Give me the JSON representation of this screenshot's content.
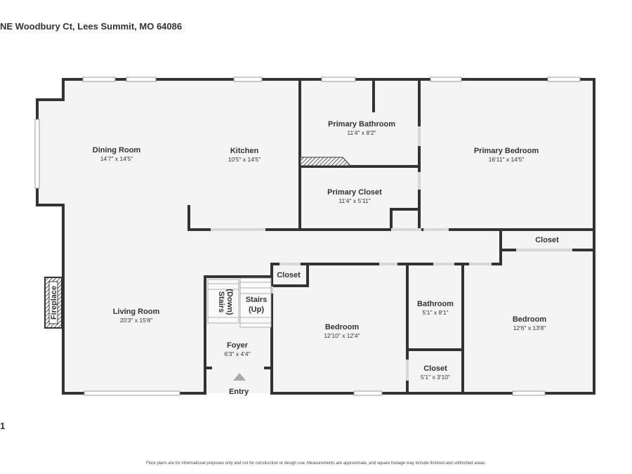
{
  "address": "NE Woodbury Ct, Lees Summit, MO 64086",
  "floor_label": "1",
  "disclaimer": "Floor plans are for informational purposes only and not for construction or design use. Measurements are approximate, and square footage may include finished and unfinished areas.",
  "rooms": {
    "dining_room": {
      "name": "Dining Room",
      "dims": "14'7\" x 14'5\""
    },
    "kitchen": {
      "name": "Kitchen",
      "dims": "10'5\" x 14'5\""
    },
    "primary_bathroom": {
      "name": "Primary Bathroom",
      "dims": "11'4\" x 8'2\""
    },
    "primary_bedroom": {
      "name": "Primary Bedroom",
      "dims": "16'11\" x 14'5\""
    },
    "primary_closet": {
      "name": "Primary Closet",
      "dims": "11'4\" x 5'11\""
    },
    "closet_hall": {
      "name": "Closet"
    },
    "closet_stair": {
      "name": "Closet"
    },
    "living_room": {
      "name": "Living Room",
      "dims": "20'3\" x 15'8\""
    },
    "stairs_down": {
      "line1": "Stairs",
      "line2": "(Down)"
    },
    "stairs_up": {
      "line1": "Stairs",
      "line2": "(Up)"
    },
    "foyer": {
      "name": "Foyer",
      "dims": "6'3\" x 4'4\""
    },
    "bedroom_center": {
      "name": "Bedroom",
      "dims": "12'10\" x 12'4\""
    },
    "bathroom": {
      "name": "Bathroom",
      "dims": "5'1\" x 8'1\""
    },
    "bedroom_right": {
      "name": "Bedroom",
      "dims": "12'6\" x 13'8\""
    },
    "closet_small": {
      "name": "Closet",
      "dims": "5'1\" x 3'10\""
    }
  },
  "fireplace": "Fireplace",
  "entry": "Entry"
}
